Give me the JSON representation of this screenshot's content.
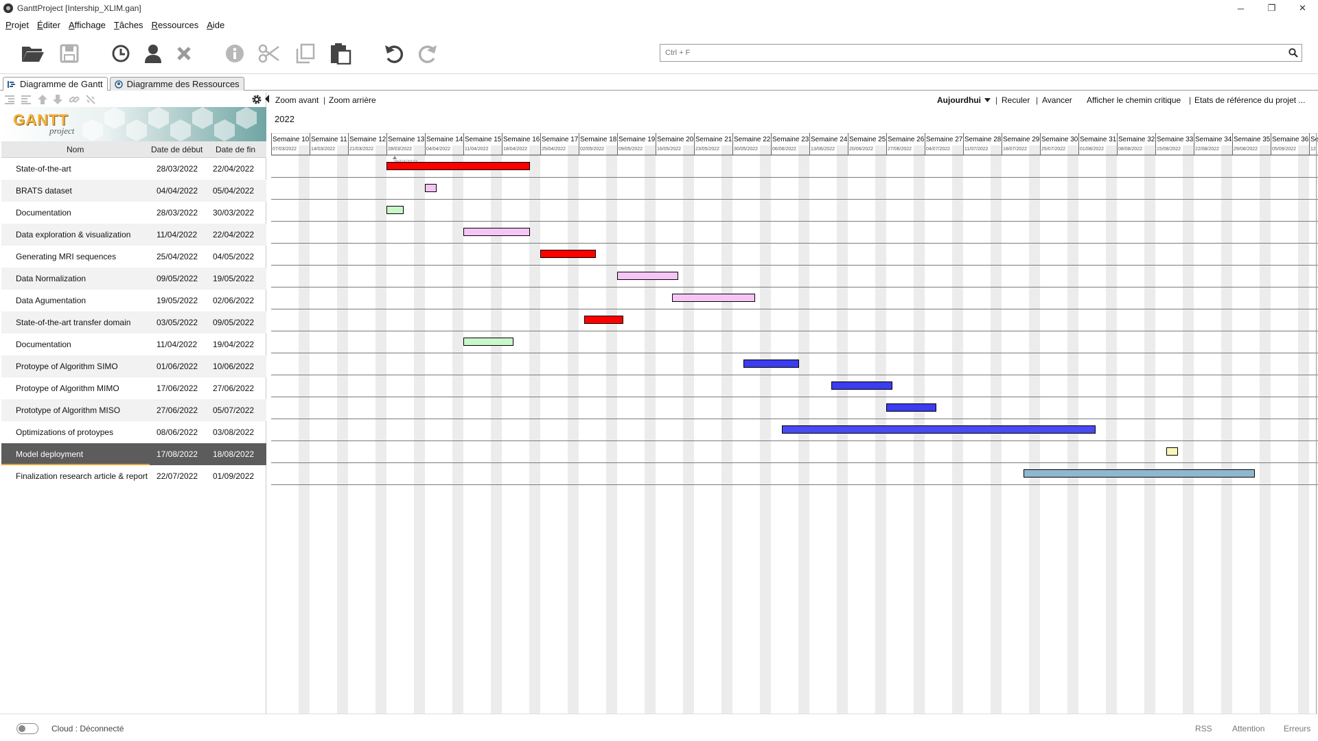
{
  "window": {
    "title": "GanttProject [Intership_XLIM.gan]",
    "minimize": "─",
    "maximize": "❐",
    "close": "✕"
  },
  "menu": [
    "Projet",
    "Éditer",
    "Affichage",
    "Tâches",
    "Ressources",
    "Aide"
  ],
  "toolbar": {
    "icons": [
      "folder-open-icon",
      "save-icon",
      "history-icon",
      "user-icon",
      "delete-icon",
      "info-icon",
      "cut-icon",
      "copy-icon",
      "paste-icon",
      "undo-icon",
      "redo-icon"
    ],
    "search_placeholder": "Ctrl + F"
  },
  "tabs": [
    {
      "label": "Diagramme de Gantt",
      "active": true
    },
    {
      "label": "Diagramme des Ressources",
      "active": false
    }
  ],
  "logo": {
    "title": "GANTT",
    "subtitle": "project"
  },
  "task_table": {
    "columns": {
      "name": "Nom",
      "start": "Date de début",
      "end": "Date de fin"
    },
    "selected_index": 13,
    "rows": [
      {
        "name": "State-of-the-art",
        "start": "28/03/2022",
        "end": "22/04/2022"
      },
      {
        "name": "BRATS dataset",
        "start": "04/04/2022",
        "end": "05/04/2022"
      },
      {
        "name": "Documentation",
        "start": "28/03/2022",
        "end": "30/03/2022"
      },
      {
        "name": "Data exploration & visualization",
        "start": "11/04/2022",
        "end": "22/04/2022"
      },
      {
        "name": "Generating MRI sequences",
        "start": "25/04/2022",
        "end": "04/05/2022"
      },
      {
        "name": "Data Normalization",
        "start": "09/05/2022",
        "end": "19/05/2022"
      },
      {
        "name": "Data Agumentation",
        "start": "19/05/2022",
        "end": "02/06/2022"
      },
      {
        "name": "State-of-the-art transfer domain",
        "start": "03/05/2022",
        "end": "09/05/2022"
      },
      {
        "name": "Documentation",
        "start": "11/04/2022",
        "end": "19/04/2022"
      },
      {
        "name": "Protoype of Algorithm SIMO",
        "start": "01/06/2022",
        "end": "10/06/2022"
      },
      {
        "name": "Protoype of Algorithm MIMO",
        "start": "17/06/2022",
        "end": "27/06/2022"
      },
      {
        "name": "Prototype of Algorithm MISO",
        "start": "27/06/2022",
        "end": "05/07/2022"
      },
      {
        "name": "Optimizations of protoypes",
        "start": "08/06/2022",
        "end": "03/08/2022"
      },
      {
        "name": "Model deployment",
        "start": "17/08/2022",
        "end": "18/08/2022"
      },
      {
        "name": "Finalization research article & report",
        "start": "22/07/2022",
        "end": "01/09/2022"
      }
    ]
  },
  "chart_toolbar": {
    "zoom_in": "Zoom avant",
    "zoom_out": "Zoom arrière",
    "today": "Aujourdhui",
    "back": "Reculer",
    "forward": "Avancer",
    "critical_path": "Afficher le chemin critique",
    "baselines": "Etats de référence du projet ..."
  },
  "gantt": {
    "year": "2022",
    "weeks": [
      {
        "label": "Semaine 10",
        "date": "07/03/2022"
      },
      {
        "label": "Semaine 11",
        "date": "14/03/2022"
      },
      {
        "label": "Semaine 12",
        "date": "21/03/2022"
      },
      {
        "label": "Semaine 13",
        "date": "28/03/2022"
      },
      {
        "label": "Semaine 14",
        "date": "04/04/2022"
      },
      {
        "label": "Semaine 15",
        "date": "11/04/2022"
      },
      {
        "label": "Semaine 16",
        "date": "18/04/2022"
      },
      {
        "label": "Semaine 17",
        "date": "25/04/2022"
      },
      {
        "label": "Semaine 18",
        "date": "02/05/2022"
      },
      {
        "label": "Semaine 19",
        "date": "09/05/2022"
      },
      {
        "label": "Semaine 20",
        "date": "16/05/2022"
      },
      {
        "label": "Semaine 21",
        "date": "23/05/2022"
      },
      {
        "label": "Semaine 22",
        "date": "30/05/2022"
      },
      {
        "label": "Semaine 23",
        "date": "06/06/2022"
      },
      {
        "label": "Semaine 24",
        "date": "13/06/2022"
      },
      {
        "label": "Semaine 25",
        "date": "20/06/2022"
      },
      {
        "label": "Semaine 26",
        "date": "27/06/2022"
      },
      {
        "label": "Semaine 27",
        "date": "04/07/2022"
      },
      {
        "label": "Semaine 28",
        "date": "11/07/2022"
      },
      {
        "label": "Semaine 29",
        "date": "18/07/2022"
      },
      {
        "label": "Semaine 30",
        "date": "25/07/2022"
      },
      {
        "label": "Semaine 31",
        "date": "01/08/2022"
      },
      {
        "label": "Semaine 32",
        "date": "08/08/2022"
      },
      {
        "label": "Semaine 33",
        "date": "15/08/2022"
      },
      {
        "label": "Semaine 34",
        "date": "22/08/2022"
      },
      {
        "label": "Semaine 35",
        "date": "29/08/2022"
      },
      {
        "label": "Semaine 36",
        "date": "05/09/2022"
      },
      {
        "label": "Se",
        "date": "12"
      }
    ],
    "today_label": "29/03/2022",
    "bar_colors": [
      "#ff0000",
      "#f5c6f5",
      "#c9f7c9",
      "#f5c6f5",
      "#ff0000",
      "#f5c6f5",
      "#f5c6f5",
      "#ff0000",
      "#c9f7c9",
      "#3c3cf0",
      "#3c3cf0",
      "#3c3cf0",
      "#4a4af2",
      "#fbf7b6",
      "#8fb8cf"
    ]
  },
  "status": {
    "cloud": "Cloud : Déconnecté",
    "rss": "RSS",
    "warnings": "Attention",
    "errors": "Erreurs"
  }
}
